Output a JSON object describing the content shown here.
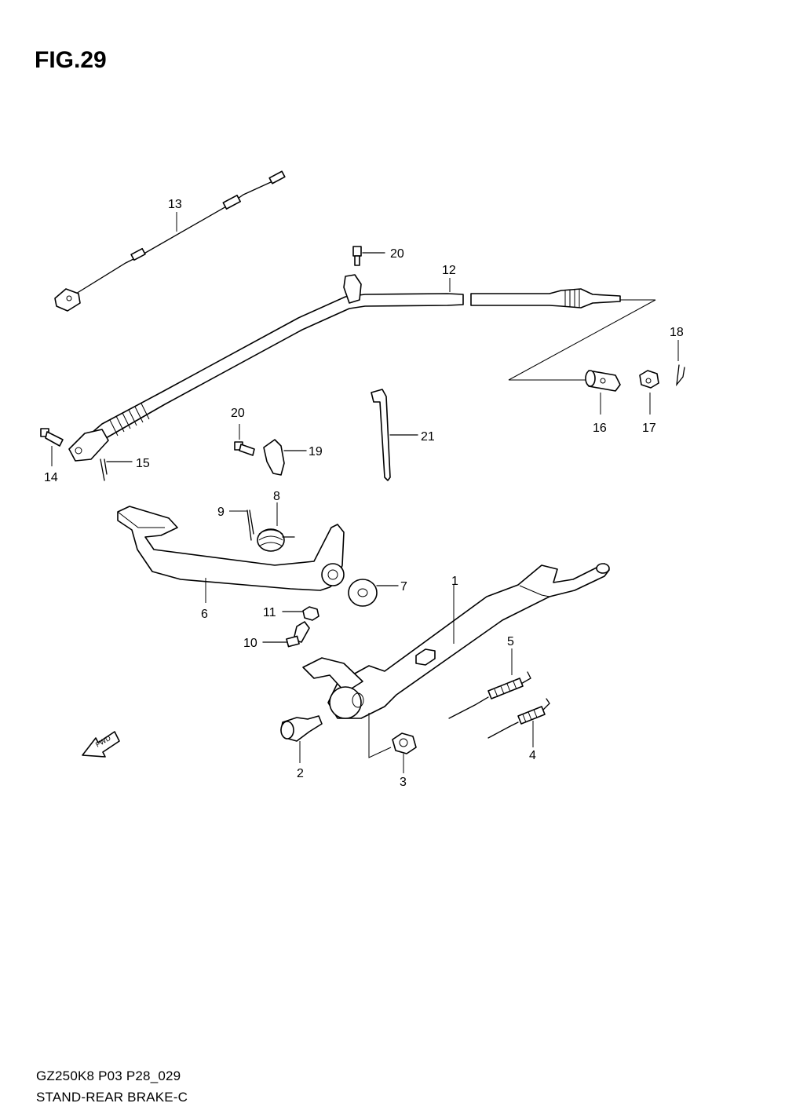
{
  "figure": {
    "title": "FIG.29",
    "code": "GZ250K8 P03 P28_029",
    "description": "STAND-REAR BRAKE-C"
  },
  "fwd_label": "FWD",
  "callouts": [
    {
      "id": "c1",
      "label": "1"
    },
    {
      "id": "c2",
      "label": "2"
    },
    {
      "id": "c3",
      "label": "3"
    },
    {
      "id": "c4",
      "label": "4"
    },
    {
      "id": "c5",
      "label": "5"
    },
    {
      "id": "c6",
      "label": "6"
    },
    {
      "id": "c7",
      "label": "7"
    },
    {
      "id": "c8",
      "label": "8"
    },
    {
      "id": "c9",
      "label": "9"
    },
    {
      "id": "c10",
      "label": "10"
    },
    {
      "id": "c11",
      "label": "11"
    },
    {
      "id": "c12",
      "label": "12"
    },
    {
      "id": "c13",
      "label": "13"
    },
    {
      "id": "c14",
      "label": "14"
    },
    {
      "id": "c15",
      "label": "15"
    },
    {
      "id": "c16",
      "label": "16"
    },
    {
      "id": "c17",
      "label": "17"
    },
    {
      "id": "c18",
      "label": "18"
    },
    {
      "id": "c19",
      "label": "19"
    },
    {
      "id": "c20a",
      "label": "20"
    },
    {
      "id": "c20b",
      "label": "20"
    },
    {
      "id": "c21",
      "label": "21"
    }
  ]
}
